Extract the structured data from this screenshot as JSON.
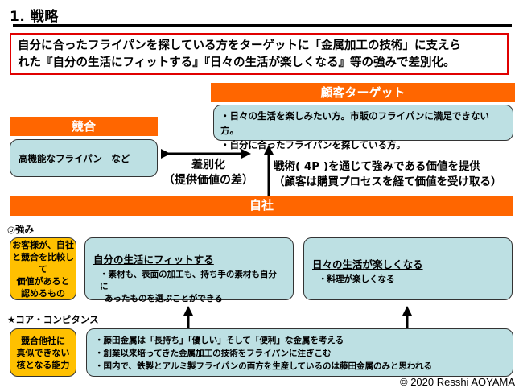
{
  "header": {
    "title": "1. 戦略"
  },
  "summary": {
    "line1": "自分に合ったフライパンを探している方をターゲットに「金属加工の技術」に支えら",
    "line2": "れた『自分の生活にフィットする』『日々の生活が楽しくなる』等の強みで差別化。"
  },
  "target": {
    "label": "顧客ターゲット",
    "items": [
      "・日々の生活を楽しみたい方。市販のフライパンに満足できない方。",
      "・自分に合ったフライパンを探している方。"
    ]
  },
  "competitor": {
    "label": "競合",
    "content": "高機能なフライパン　など"
  },
  "differentiation": {
    "line1": "差別化",
    "line2": "（提供価値の差）"
  },
  "strategy": {
    "line1": "戦術( 4P )を通じて強みである価値を提供",
    "line2": "（顧客は購買プロセスを経て価値を受け取る）"
  },
  "company": {
    "label": "自社"
  },
  "strengths": {
    "section_label": "◎強み",
    "definition": [
      "お客様が、自社",
      "と競合を比較して",
      "価値があると",
      "認めるもの"
    ],
    "cards": [
      {
        "heading": "自分の生活にフィットする",
        "items": [
          "・素材も、表面の加工も、持ち手の素材も自分に",
          "あったものを選ぶことができる"
        ]
      },
      {
        "heading": "日々の生活が楽しくなる",
        "items": [
          "・料理が楽しくなる"
        ]
      }
    ]
  },
  "core_competence": {
    "section_label": "★コア・コンピタンス",
    "definition": [
      "競合他社に",
      "真似できない",
      "核となる能力"
    ],
    "items": [
      "・藤田金属は「長持ち」「優しい」そして「便利」な金属を考える",
      "・創業以来培ってきた金属加工の技術をフライパンに注ぎこむ",
      "・国内で、鉄製とアルミ製フライパンの両方を生産しているのは藤田金属のみと思われる"
    ]
  },
  "footer": {
    "copyright": "© 2020 Resshi AOYAMA"
  },
  "colors": {
    "accent_orange": "#ff6600",
    "box_blue": "#bde0e3",
    "box_yellow": "#ffc000",
    "summary_border": "#e00000"
  }
}
